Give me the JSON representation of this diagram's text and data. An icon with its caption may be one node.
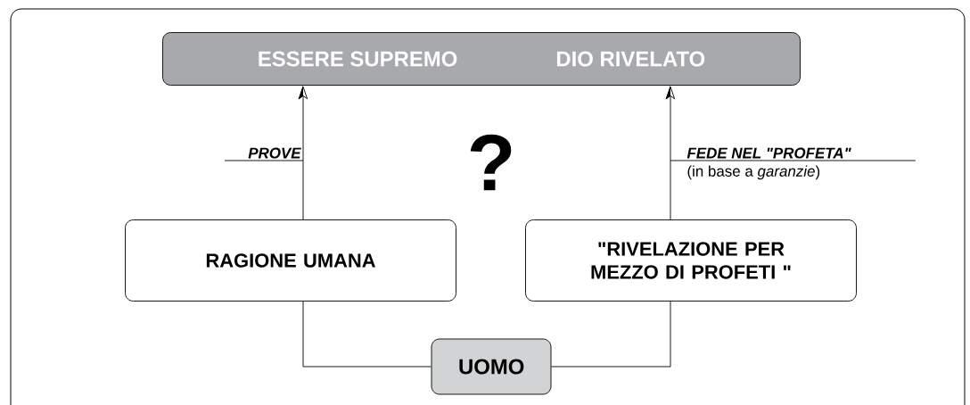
{
  "diagram": {
    "nodes": [
      {
        "text": [
          "ESSERE SUPREMO",
          "DIO RIVELATO"
        ]
      },
      {
        "text": [
          "RAGIONE UMANA"
        ]
      },
      {
        "text": [
          "\"RIVELAZIONE PER MEZZO DI PROFETI \""
        ]
      },
      {
        "text": [
          "UOMO"
        ]
      }
    ],
    "edges": [
      {
        "from": 3,
        "to": 1,
        "arrow": "none"
      },
      {
        "from": 3,
        "to": 2,
        "arrow": "none"
      },
      {
        "from": 1,
        "to": 0,
        "arrow": "to",
        "label": "PROVE"
      },
      {
        "from": 2,
        "to": 0,
        "arrow": "to",
        "label": "FEDE NEL  \"PROFETA\""
      }
    ],
    "labels": [
      "?",
      "(in base a *garanzie*)"
    ]
  }
}
